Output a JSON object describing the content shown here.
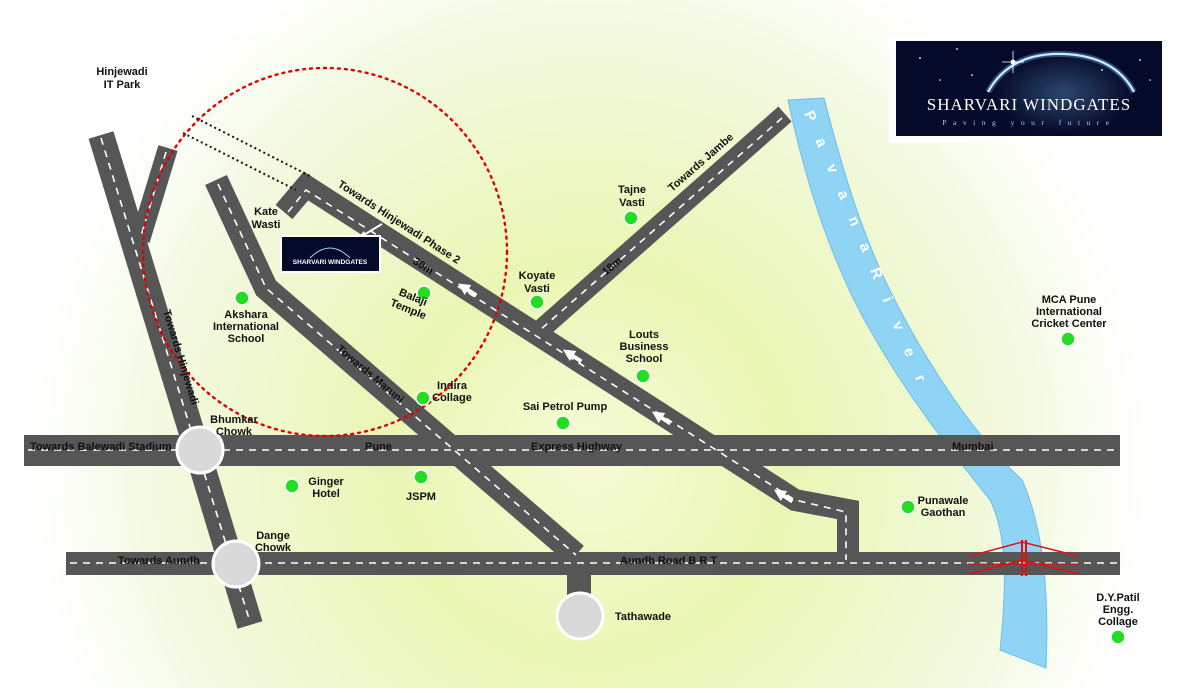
{
  "brand": {
    "name": "SHARVARI WINDGATES",
    "tagline": "Paving your future"
  },
  "river": {
    "name": "Pavana River"
  },
  "roads": {
    "hinjewadi_phase2": "Towards Hinjewadi Phase 2",
    "jambe": "Towards Jambe",
    "hinjewadi": "Towards Hinjewadi",
    "maruni": "Towards Maruni",
    "balewadi": "Towards Balewadi Stadium",
    "pune": "Pune",
    "express": "Express Highway",
    "mumbai": "Mumbai",
    "aundh": "Towards Aundh",
    "aundh_brt": "Aundh Road B R T",
    "width_30m": "30m",
    "width_18m": "18m"
  },
  "junctions": {
    "bhumkar": [
      "Bhumkar",
      "Chowk"
    ],
    "dange": [
      "Dange",
      "Chowk"
    ],
    "tathawade": "Tathawade"
  },
  "places": {
    "hinjewadi_it": [
      "Hinjewadi",
      "IT Park"
    ],
    "kate_wasti": [
      "Kate",
      "Wasti"
    ],
    "tajne_vasti": [
      "Tajne",
      "Vasti"
    ],
    "koyate_vasti": [
      "Koyate",
      "Vasti"
    ],
    "balaji_temple": [
      "Balaji",
      "Temple"
    ],
    "akshara": [
      "Akshara",
      "International",
      "School"
    ],
    "louts": [
      "Louts",
      "Business",
      "School"
    ],
    "indira": [
      "Indira",
      "Collage"
    ],
    "sai_petrol": "Sai Petrol Pump",
    "mca": [
      "MCA Pune",
      "International",
      "Cricket Center"
    ],
    "ginger": [
      "Ginger",
      "Hotel"
    ],
    "jspm": "JSPM",
    "punawale": [
      "Punawale",
      "Gaothan"
    ],
    "dypatil": [
      "D.Y.Patil",
      "Engg.",
      "Collage"
    ]
  },
  "colors": {
    "road": "#565656",
    "river": "#8fd3f5",
    "landmark_dot": "#22dd22",
    "radius_circle": "#e00000",
    "bridge": "#e01010",
    "logo_bg": "#050a2a"
  }
}
